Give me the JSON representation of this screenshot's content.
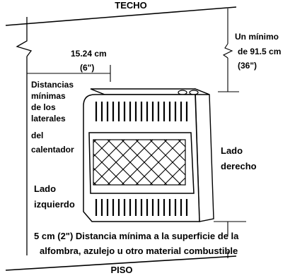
{
  "labels": {
    "ceiling": "TECHO",
    "floor": "PISO",
    "top_dimension_line1": "Un mínimo",
    "top_dimension_line2": "de 91.5 cm",
    "top_dimension_line3": "(36\")",
    "side_distance_line1": "15.24 cm",
    "side_distance_line2": "(6\")",
    "side_note_lines": [
      "Distancias",
      "mínimas",
      "de los",
      "laterales",
      "del",
      "calentador"
    ],
    "right_side_line1": "Lado",
    "right_side_line2": "derecho",
    "left_side_line1": "Lado",
    "left_side_line2": "izquierdo",
    "bottom_note_line1": "5 cm (2\") Distancia mínima a la superficie de la",
    "bottom_note_line2": "alfombra, azulejo u otro material combustible"
  },
  "colors": {
    "line": "#000000",
    "heater_body": "#ffffff"
  }
}
